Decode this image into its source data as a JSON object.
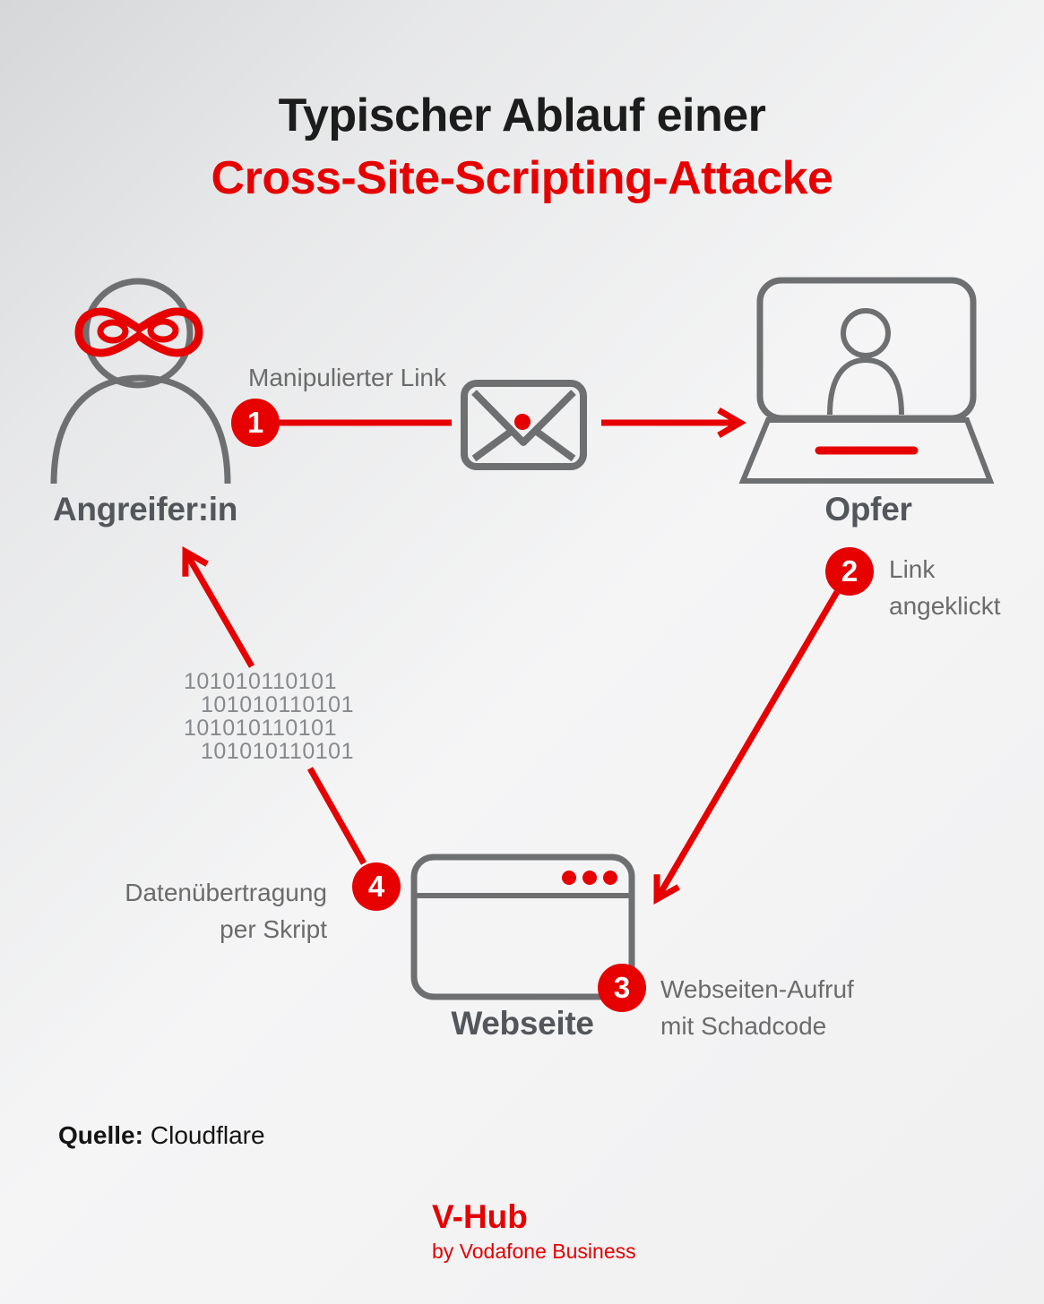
{
  "title": {
    "line1": "Typischer Ablauf einer",
    "line2": "Cross-Site-Scripting-Attacke"
  },
  "nodes": {
    "attacker": {
      "label": "Angreifer:in",
      "icon": "masked-attacker-icon"
    },
    "victim": {
      "label": "Opfer",
      "icon": "laptop-user-icon"
    },
    "website": {
      "label": "Webseite",
      "icon": "browser-window-icon"
    },
    "email": {
      "icon": "envelope-icon"
    }
  },
  "steps": [
    {
      "number": "1",
      "label": "Manipulierter Link"
    },
    {
      "number": "2",
      "label": [
        "Link",
        "angeklickt"
      ]
    },
    {
      "number": "3",
      "label": [
        "Webseiten-Aufruf",
        "mit Schadcode"
      ]
    },
    {
      "number": "4",
      "label": [
        "Datenübertragung",
        "per Skript"
      ]
    }
  ],
  "binary_code": {
    "lines": [
      "101010110101",
      "101010110101",
      "101010110101",
      "101010110101"
    ]
  },
  "source": {
    "label": "Quelle:",
    "value": "Cloudflare"
  },
  "footer": {
    "brand": "V-Hub",
    "byline": "by Vodafone Business"
  },
  "colors": {
    "accent_red": "#e60000",
    "icon_gray": "#6d6f71",
    "label_gray": "#6b6b6b",
    "name_gray": "#53565a",
    "binary_gray": "#87898c",
    "title_black": "#1c1c1c"
  }
}
